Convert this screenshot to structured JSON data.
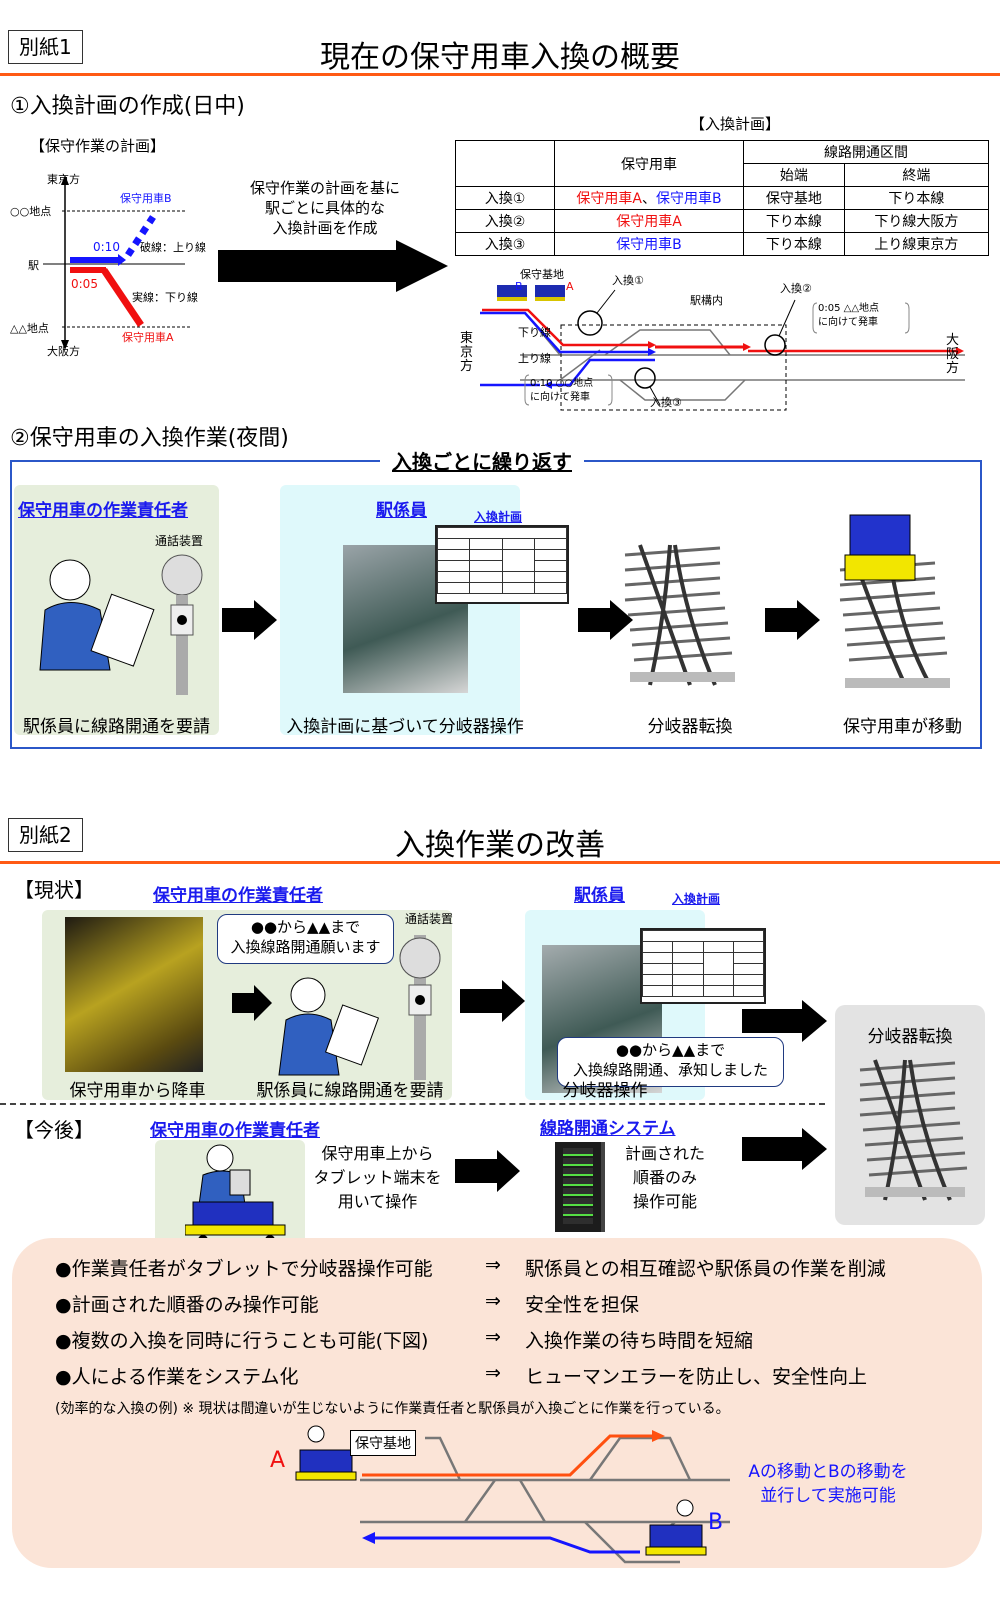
{
  "sheet1": {
    "tag": "別紙1",
    "title": "現在の保守用車入換の概要",
    "section1": {
      "heading": "①入換計画の作成(日中)",
      "maint_plan_label": "【保守作業の計画】",
      "diagram": {
        "top_dir": "東京方",
        "bottom_dir": "大阪方",
        "point_top": "○○地点",
        "point_mid": "駅",
        "point_bottom": "△△地点",
        "vehicle_b": "保守用車B",
        "vehicle_a": "保守用車A",
        "time_b": "0:10",
        "time_a": "0:05",
        "legend_dashed": "破線：上り線",
        "legend_solid": "実線：下り線"
      },
      "arrow_text": [
        "保守作業の計画を基に",
        "駅ごとに具体的な",
        "入換計画を作成"
      ],
      "plan_label": "【入換計画】",
      "plan_table": {
        "headers": {
          "vehicle": "保守用車",
          "section": "線路開通区間",
          "start": "始端",
          "end": "終端"
        },
        "rows": [
          {
            "name": "入換①",
            "vehicle_a": "保守用車A",
            "sep": "、",
            "vehicle_b": "保守用車B",
            "start": "保守基地",
            "end": "下り本線"
          },
          {
            "name": "入換②",
            "vehicle_a": "保守用車A",
            "sep": "",
            "vehicle_b": "",
            "start": "下り本線",
            "end": "下り線大阪方"
          },
          {
            "name": "入換③",
            "vehicle_a": "",
            "sep": "",
            "vehicle_b": "保守用車B",
            "start": "下り本線",
            "end": "上り線東京方"
          }
        ]
      },
      "track": {
        "base": "保守基地",
        "label_a": "A",
        "label_b": "B",
        "op1": "入換①",
        "op2": "入換②",
        "op3": "入換③",
        "station": "駅構内",
        "down_line": "下り線",
        "up_line": "上り線",
        "left_dir": "東京方",
        "right_dir": "大阪方",
        "note_right": [
          "0:05 △△地点",
          "に向けて発車"
        ],
        "note_left": [
          "0:10 ○○地点",
          "に向けて発車"
        ]
      }
    },
    "section2": {
      "heading": "②保守用車の入換作業(夜間)",
      "repeat_label": "入換ごとに繰り返す",
      "person_label": "保守用車の作業責任者",
      "intercom_label": "通話装置",
      "station_staff_label": "駅係員",
      "plan_doc_label": "入換計画",
      "steps": [
        "駅係員に線路開通を要請",
        "入換計画に基づいて分岐器操作",
        "分岐器転換",
        "保守用車が移動"
      ]
    }
  },
  "sheet2": {
    "tag": "別紙2",
    "title": "入換作業の改善",
    "current": {
      "label": "【現状】",
      "person_label": "保守用車の作業責任者",
      "intercom_label": "通話装置",
      "bubble_request": [
        "●●から▲▲まで",
        "入換線路開通願います"
      ],
      "station_staff_label": "駅係員",
      "plan_doc_label": "入換計画",
      "bubble_reply": [
        "●●から▲▲まで",
        "入換線路開通、承知しました"
      ],
      "captions": [
        "保守用車から降車",
        "駅係員に線路開通を要請",
        "分岐器操作"
      ],
      "switch_label": "分岐器転換"
    },
    "future": {
      "label": "【今後】",
      "person_label": "保守用車の作業責任者",
      "person_text": [
        "保守用車上から",
        "タブレット端末を",
        "用いて操作"
      ],
      "system_label": "線路開通システム",
      "system_text": [
        "計画された",
        "順番のみ",
        "操作可能"
      ]
    },
    "benefits": [
      {
        "point": "●作業責任者がタブレットで分岐器操作可能",
        "arrow": "⇒",
        "effect": "駅係員との相互確認や駅係員の作業を削減"
      },
      {
        "point": "●計画された順番のみ操作可能",
        "arrow": "⇒",
        "effect": "安全性を担保"
      },
      {
        "point": "●複数の入換を同時に行うことも可能(下図)",
        "arrow": "⇒",
        "effect": "入換作業の待ち時間を短縮"
      },
      {
        "point": "●人による作業をシステム化",
        "arrow": "⇒",
        "effect": "ヒューマンエラーを防止し、安全性向上"
      }
    ],
    "example_note": "(効率的な入換の例) ※ 現状は間違いが生じないように作業責任者と駅係員が入換ごとに作業を行っている。",
    "example": {
      "base": "保守基地",
      "label_a": "A",
      "label_b": "B",
      "caption": [
        "Aの移動とBの移動を",
        "並行して実施可能"
      ]
    }
  },
  "colors": {
    "accent": "#ff5a14",
    "red": "#f01010",
    "blue": "#1515ff",
    "frame": "#2b57c8"
  }
}
